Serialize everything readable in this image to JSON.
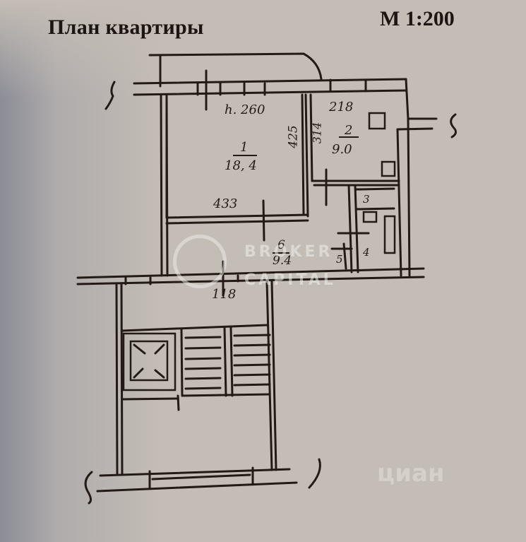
{
  "header": {
    "title": "План квартиры",
    "scale": "М 1:200"
  },
  "rooms": [
    {
      "number": "1",
      "area": "18.4",
      "area_display": "18, 4",
      "dim_width": "433",
      "dim_depth": "425"
    },
    {
      "number": "2",
      "area": "9.0",
      "area_display": "9.0",
      "dim_width": "218",
      "dim_depth": "314"
    },
    {
      "number": "3",
      "area": ""
    },
    {
      "number": "4",
      "area": ""
    },
    {
      "number": "5",
      "area": ""
    },
    {
      "number": "6",
      "area": "9.4",
      "area_display": "9.4"
    }
  ],
  "annotations": {
    "ceiling_height": "h. 260",
    "corridor_width": "118",
    "break_marks": [
      "S",
      "S",
      "S",
      "S"
    ]
  },
  "watermarks": {
    "broker_line1": "BROKER",
    "broker_line2": "CAPITAL",
    "cian": "циан"
  },
  "colors": {
    "paper": "#c4bdb5",
    "ink": "#231a15",
    "shadow": "#7c808c"
  }
}
